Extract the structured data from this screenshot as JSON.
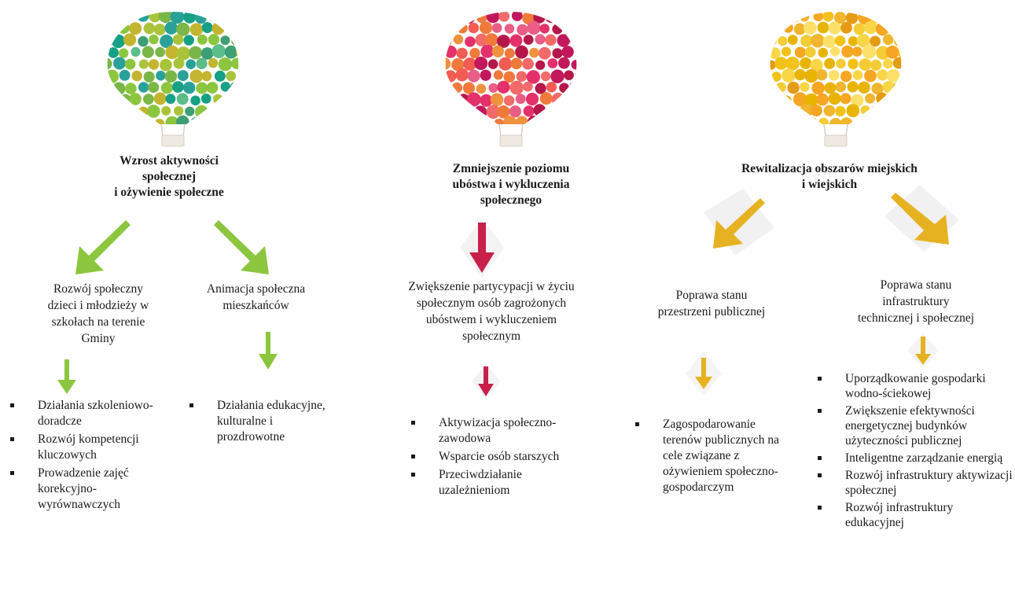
{
  "colors": {
    "green": "#8cc63f",
    "crimson": "#c8204b",
    "gold": "#e6b222",
    "text": "#1a1a1a"
  },
  "columns": [
    {
      "title": "Wzrost aktywności\nspołecznej\ni ożywienie społeczne",
      "balloon_palette": "green-teal",
      "branches": [
        {
          "label": "Rozwój społeczny\ndzieci i młodzieży w\nszkołach na terenie\nGminy",
          "items": [
            "Działania szkoleniowo-doradcze",
            "Rozwój kompetencji kluczowych",
            "Prowadzenie zajęć korekcyjno-wyrównawczych"
          ]
        },
        {
          "label": "Animacja społeczna\nmieszkańców",
          "items": [
            "Działania edukacyjne, kulturalne i prozdrowotne"
          ]
        }
      ]
    },
    {
      "title": "Zmniejszenie poziomu\nubóstwa i wykluczenia\nspołecznego",
      "balloon_palette": "red-pink",
      "branches": [
        {
          "label": "Zwiększenie partycypacji w życiu\nspołecznym osób zagrożonych\nubóstwem i wykluczeniem\nspołecznym",
          "items": [
            "Aktywizacja społeczno-zawodowa",
            "Wsparcie osób starszych",
            "Przeciwdziałanie uzależnieniom"
          ]
        }
      ]
    },
    {
      "title": "Rewitalizacja obszarów miejskich\ni wiejskich",
      "balloon_palette": "yellow-orange",
      "branches": [
        {
          "label": "Poprawa stanu\nprzestrzeni publicznej",
          "items": [
            "Zagospodarowanie terenów publicznych na cele związane z ożywieniem społeczno-gospodarczym"
          ]
        },
        {
          "label": "Poprawa stanu\ninfrastruktury\ntechnicznej i społecznej",
          "items": [
            "Uporządkowanie gospodarki wodno-ściekowej",
            "Zwiększenie efektywności energetycznej budynków użyteczności publicznej",
            "Inteligentne zarządzanie energią",
            "Rozwój infrastruktury aktywizacji społecznej",
            "Rozwój infrastruktury edukacyjnej"
          ]
        }
      ]
    }
  ]
}
